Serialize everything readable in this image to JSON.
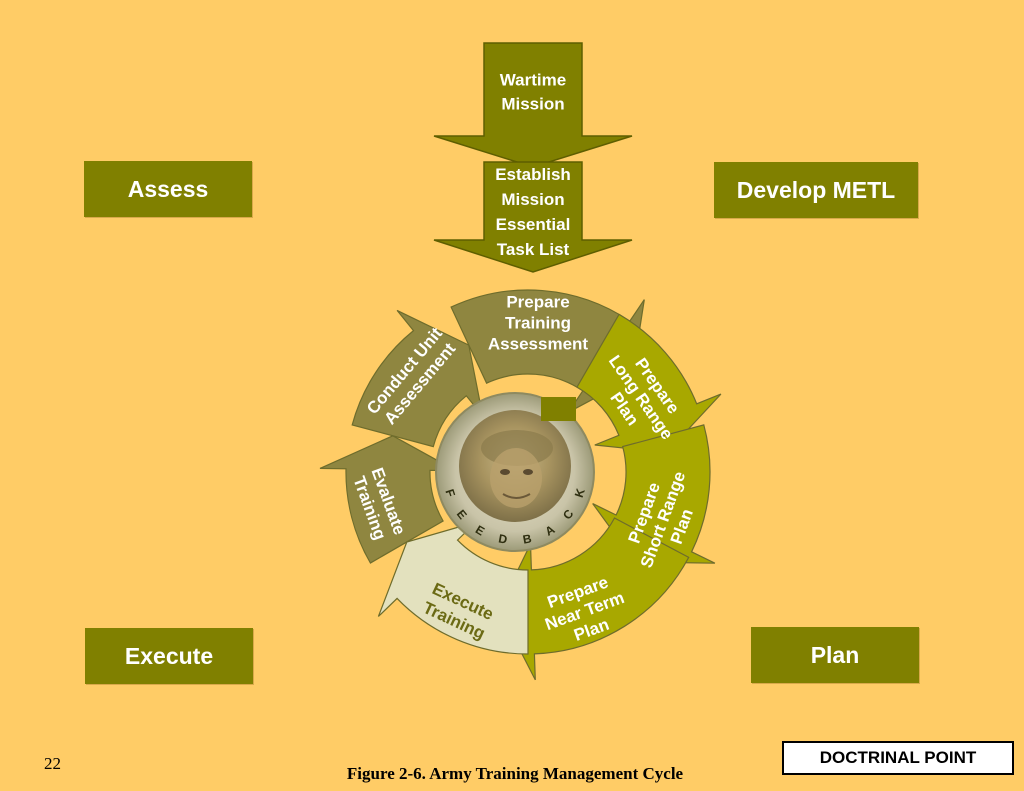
{
  "phases": {
    "assess": "Assess",
    "develop": "Develop METL",
    "execute": "Execute",
    "plan": "Plan"
  },
  "top_arrows": {
    "input_lines": [
      "Wartime",
      "Mission"
    ],
    "output_lines": [
      "Establish",
      "Mission",
      "Essential",
      "Task List"
    ]
  },
  "cycle_steps": {
    "prepare_training_assessment": [
      "Prepare",
      "Training",
      "Assessment"
    ],
    "prepare_long_range_plan": [
      "Prepare",
      "Long Range",
      "Plan"
    ],
    "prepare_short_range_plan": [
      "Prepare",
      "Short Range",
      "Plan"
    ],
    "prepare_near_term_plan": [
      "Prepare",
      "Near Term",
      "Plan"
    ],
    "execute_training": [
      "Execute",
      "Training"
    ],
    "evaluate_training": [
      "Evaluate",
      "Training"
    ],
    "conduct_unit_assessment": [
      "Conduct Unit",
      "Assessment"
    ]
  },
  "feedback_letters": [
    "F",
    "E",
    "E",
    "D",
    "B",
    "A",
    "C",
    "K"
  ],
  "doctrinal_point": "DOCTRINAL POINT",
  "page_number": "22",
  "caption": "Figure 2-6. Army Training Management Cycle",
  "colors": {
    "background": "#FFCC66",
    "phase_box": "#808000",
    "olive_dark": "#8F8640",
    "olive_bright": "#A8A800",
    "pale": "#E3E1BE",
    "text_light": "#FFFFFF",
    "text_dark": "#6B6A14"
  }
}
